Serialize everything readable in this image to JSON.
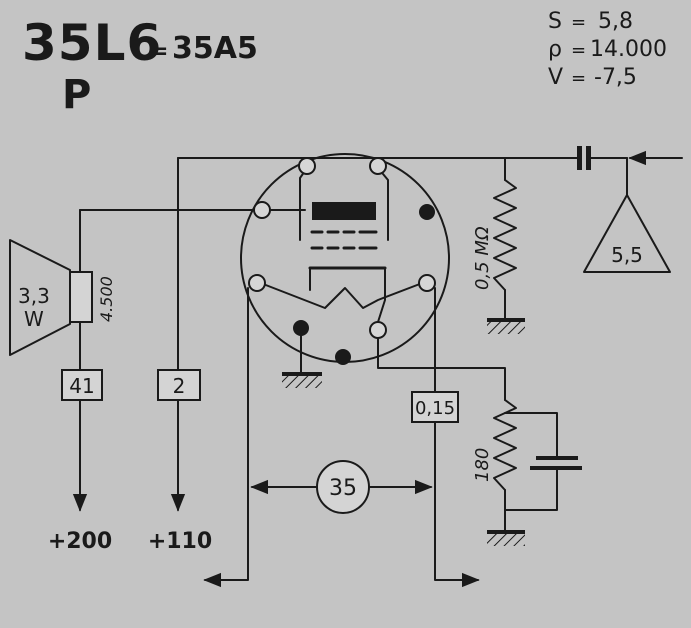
{
  "title": {
    "tube": "35L6",
    "equiv_sign": "=",
    "equivalent": "35A5",
    "type_letter": "P"
  },
  "params": [
    {
      "symbol": "S",
      "sign": "=",
      "value": "5,8"
    },
    {
      "symbol": "ρ",
      "sign": "=",
      "value": "14.000"
    },
    {
      "symbol": "V",
      "sign": "=",
      "value": "-7,5"
    }
  ],
  "speaker": {
    "power": "3,3",
    "power_unit": "W",
    "impedance": "4.500"
  },
  "boxes": {
    "b41": "41",
    "b2": "2",
    "b015": "0,15"
  },
  "circle_label": "35",
  "triangle_label": "5,5",
  "resistors": {
    "grid_leak": "0,5 MΩ",
    "cathode": "180"
  },
  "voltages": {
    "v200": "+200",
    "v110": "+110"
  }
}
